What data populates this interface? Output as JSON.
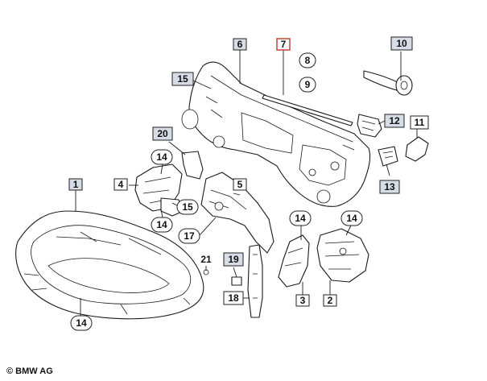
{
  "labels": [
    {
      "id": "label-1",
      "text": "1"
    },
    {
      "id": "label-2",
      "text": "2"
    },
    {
      "id": "label-3",
      "text": "3"
    },
    {
      "id": "label-4",
      "text": "4"
    },
    {
      "id": "label-5",
      "text": "5"
    },
    {
      "id": "label-6",
      "text": "6"
    },
    {
      "id": "label-7",
      "text": "7"
    },
    {
      "id": "label-8",
      "text": "8"
    },
    {
      "id": "label-9",
      "text": "9"
    },
    {
      "id": "label-10",
      "text": "10"
    },
    {
      "id": "label-11",
      "text": "11"
    },
    {
      "id": "label-12",
      "text": "12"
    },
    {
      "id": "label-13",
      "text": "13"
    },
    {
      "id": "label-14a",
      "text": "14"
    },
    {
      "id": "label-14b",
      "text": "14"
    },
    {
      "id": "label-14c",
      "text": "14"
    },
    {
      "id": "label-14d",
      "text": "14"
    },
    {
      "id": "label-14e",
      "text": "14"
    },
    {
      "id": "label-15a",
      "text": "15"
    },
    {
      "id": "label-15b",
      "text": "15"
    },
    {
      "id": "label-17",
      "text": "17"
    },
    {
      "id": "label-18",
      "text": "18"
    },
    {
      "id": "label-19",
      "text": "19"
    },
    {
      "id": "label-20",
      "text": "20"
    },
    {
      "id": "label-21",
      "text": "21"
    }
  ],
  "copyright": "© BMW AG",
  "colors": {
    "label_fill": "#d7dde6",
    "highlight": "#c0392b",
    "line": "#1a1a1a"
  }
}
